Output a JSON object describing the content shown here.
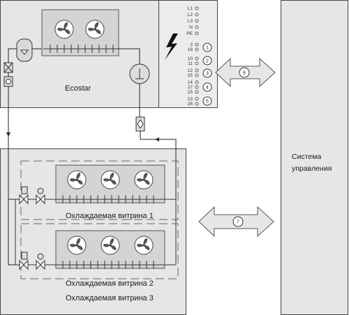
{
  "diagram": {
    "unit_label": "Ecostar",
    "control_label_line1": "Система",
    "control_label_line2": "управления",
    "case1_label": "Охлаждаемая витрина 1",
    "case2_label": "Охлаждаемая витрина 2",
    "case3_label": "Охлаждаемая витрина 3",
    "arrow_top_num": "6",
    "arrow_bottom_num": "7",
    "terminals": [
      {
        "a": "L1",
        "b": ""
      },
      {
        "a": "L2",
        "b": ""
      },
      {
        "a": "L3",
        "b": ""
      },
      {
        "a": "N",
        "b": ""
      },
      {
        "a": "PE",
        "b": ""
      }
    ],
    "term_groups": [
      {
        "lines": [
          "3",
          "18"
        ],
        "num": "1"
      },
      {
        "lines": [
          "10",
          "11"
        ],
        "num": "2"
      },
      {
        "lines": [
          "12",
          "25"
        ],
        "num": "3"
      },
      {
        "lines": [
          "14",
          "27",
          "15"
        ],
        "num": "4"
      },
      {
        "lines": [
          "13",
          "26"
        ],
        "num": "5"
      }
    ]
  }
}
